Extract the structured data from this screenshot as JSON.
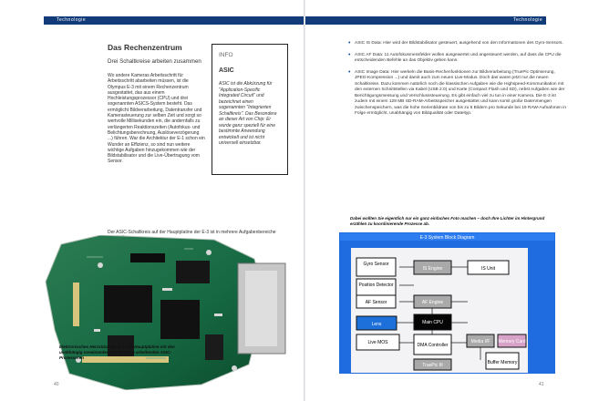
{
  "left_page": {
    "header": "Technologie",
    "title": "Das Rechenzentrum",
    "subtitle": "Drei Schaltkreise arbeiten zusammen",
    "body": [
      "Wo andere Kameras Arbeitsschritt für Arbeitsschritt abarbeiten müssen, ist die Olympus E-3 mit einem Rechenzentrum ausgestattet, das aus einem Hochleistungsprozessor (CPU) und drei sogenannten ASICS-System besteht. Das ermöglicht Bildverarbeitung, Datentransfer und Kamerasteuerung zur selben Zeit und sorgt so wertvolle Millisekunden ein, die andernfalls zu verlängerten Reaktionszeiten (Autofokus- und Belichtungsberechnung, Auslöseverzögerung ...) führen. War die Architektur der E-1 schon ein Wunder an Effizienz, so sind nun weitere wichtige Aufgaben hinzugekommen wie der Bildstabilisator und die Live-Übertragung vom Sensor."
    ],
    "infobox": {
      "label": "INFO",
      "title": "ASIC",
      "text": "ASIC ist die Abkürzung für \"Application-Specific Integrated Circuit\" und bezeichnet einen sogenannten \"Integrierten Schaltkreis\". Das Besondere an dieser Art von Chip: Er wurde ganz speziell für eine bestimmte Anwendung entwickelt und ist nicht universell einsetzbar."
    },
    "caption_top": "Der ASIC-Schaltkreis auf der Hauptplatine der E-3 ist in mehrere Aufgabenbereiche unterteilt.",
    "board_caption": "Elektronisches Herzstück der E-3: Die Hauptplatine mit den unabhängig voneinander und simultan arbeitenden ASIC-Prozessoren",
    "page_number": "40"
  },
  "right_page": {
    "header": "Technologie",
    "bullets": [
      "ASIC IS Data: Hier wird der Bildstabilisator gesteuert, ausgehend von den Informationen des Gyro-Sensors.",
      "ASIC AF Data: 11 Autofokusmessfelder wollen ausgewertet und angesteuert werden, auf dass die CPU die entscheidenden Befehle an das Objektiv geben kann.",
      "ASIC Image Data: Hier werkeln die Basis-Rechenfunktionen zur Bildverarbeitung (TruePic Optimierung, JPEG-Kompression ...) und damit auch zum neuen Live-Modus. Doch das waren jetzt nur die neuen Schaltkreise. Dazu kommen natürlich noch die klassischen Aufgaben wie die Highspeed-Kommunikation mit den externen Schnittstellen via Kabel (USB 2.0) und Karte (Compact Flash und SD), nebst Aufgaben wie der Berichtigungsmessung und Verschlusssteuerung. Es gibt einfach viel zu tun in einer Kamera. Die E-3 ist zudem mit einem 128 MB SD-RAM-Arbeitsspeicher ausgestattet und kann somit große Datenmengen zwischenspeichern, was die hohe Serienbildrate von bis zu 5 Bildern pro Sekunde bei 19 RAW-Aufnahmen in Folge ermöglicht, unabhängig von Bildqualität oder Dateityp."
    ],
    "diagram_caption": "Dabei wollten Sie eigentlich nur ein ganz einfaches Foto machen – doch Ihre Lichter im Hintergrund erzählen zu koordinierende Prozesse ab.",
    "diagram": {
      "title": "E-3 System Block Diagram",
      "blocks": [
        "Gyro Sensor",
        "Position Detector",
        "IS Engine",
        "IS Unit",
        "AF Sensor",
        "AF Engine",
        "Lens",
        "Main CPU",
        "Live MOS",
        "DMA Controller",
        "Media I/F",
        "Memory Card",
        "TruePic III",
        "Buffer Memory"
      ]
    },
    "page_number": "41"
  }
}
